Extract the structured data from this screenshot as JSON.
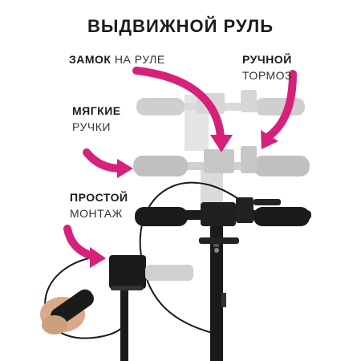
{
  "title": "ВЫДВИЖНОЙ РУЛЬ",
  "labels": {
    "lock_bold": "ЗАМОК",
    "lock_rest": " НА РУЛЕ",
    "brake_bold": "РУЧНОЙ",
    "brake_rest": "ТОРМОЗ",
    "grips_bold": "МЯГКИЕ",
    "grips_rest": "РУЧКИ",
    "mount_bold": "ПРОСТОЙ",
    "mount_rest": "МОНТАЖ"
  },
  "colors": {
    "accent": "#d6217b",
    "ghost": "#bdbdbd",
    "dark": "#151515"
  }
}
